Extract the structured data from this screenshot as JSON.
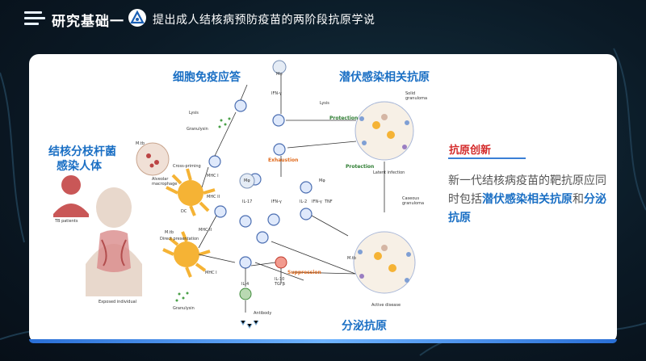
{
  "header": {
    "title": "研究基础一",
    "subtitle": "提出成人结核病预防疫苗的两阶段抗原学说"
  },
  "diagram": {
    "cell_immune_title": "细胞免疫应答",
    "latent_title": "潜伏感染相关抗原",
    "infection_title_line1": "结核分枝杆菌",
    "infection_title_line2": "感染人体",
    "secreted_title": "分泌抗原",
    "protection_1": "Protection",
    "protection_2": "Protection",
    "exhaustion": "Exhaustion",
    "suppression": "Suppression",
    "labels": {
      "lysis_1": "Lysis",
      "lysis_2": "Lysis",
      "granulysin_1": "Granulysin",
      "granulysin_2": "Granulysin",
      "mtb_1": "M.tb",
      "mtb_2": "M.tb",
      "mtb_3": "M.tb",
      "alveolar": "Alveolar macrophage",
      "cross_priming": "Cross-priming",
      "direct_presentation": "Direct presentation",
      "mhc_i_1": "MHC I",
      "mhc_ii_1": "MHC II",
      "mhc_ii_2": "MHC II",
      "mhc_i_2": "MHC I",
      "dc": "DC",
      "tb_patients": "TB patients",
      "exposed": "Exposed individual",
      "ifn_1": "IFN-γ",
      "ifn_2": "IFN-γ",
      "ifn_3": "IFN-γ",
      "il17": "IL-17",
      "il2": "IL-2",
      "tnf": "TNF",
      "il4": "IL-4",
      "il10": "IL-10 TGFβ",
      "antibody": "Antibody",
      "mφ_1": "Mφ",
      "mφ_2": "Mφ",
      "mφ_3": "Mφ",
      "solid": "Solid granuloma",
      "latent_infection": "Latent infection",
      "caseous": "Caseous granuloma",
      "active": "Active disease"
    }
  },
  "innovation": {
    "title": "抗原创新",
    "text_1": "新一代结核病疫苗的靶抗原应同时包括",
    "highlight_1": "潜伏感染相关抗原",
    "text_2": "和",
    "highlight_2": "分泌抗原"
  },
  "colors": {
    "accent_blue": "#1a6fc4",
    "accent_red": "#d42a2a",
    "background_dark": "#0b1a26"
  }
}
